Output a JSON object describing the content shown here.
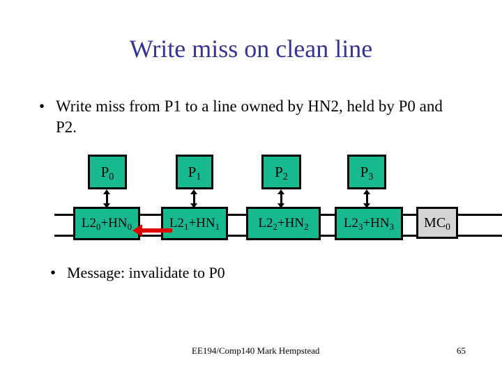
{
  "slide": {
    "title": "Write miss on clean line",
    "title_color": "#333399",
    "background": "#ffffff"
  },
  "bullets": [
    {
      "marker": "•",
      "text": "Write miss from P1 to a line owned by HN2, held by P0 and P2."
    },
    {
      "marker": "•",
      "text": "Message: invalidate to P0"
    }
  ],
  "diagram": {
    "node_fill": "#17b98e",
    "mc_fill": "#d4d4d4",
    "border_color": "#000000",
    "message_arrow_color": "#e00000",
    "processors": [
      {
        "label": "P",
        "sub": "0"
      },
      {
        "label": "P",
        "sub": "1"
      },
      {
        "label": "P",
        "sub": "2"
      },
      {
        "label": "P",
        "sub": "3"
      }
    ],
    "caches": [
      {
        "label": "L2",
        "sub1": "0",
        "mid": "+HN",
        "sub2": "0"
      },
      {
        "label": "L2",
        "sub1": "1",
        "mid": "+HN",
        "sub2": "1"
      },
      {
        "label": "L2",
        "sub1": "2",
        "mid": "+HN",
        "sub2": "2"
      },
      {
        "label": "L2",
        "sub1": "3",
        "mid": "+HN",
        "sub2": "3"
      }
    ],
    "memory_controller": {
      "label": "MC",
      "sub": "0"
    },
    "message_arrow": {
      "from": "L2_1+HN_1",
      "to": "L2_0+HN_0",
      "direction": "left"
    }
  },
  "footer": {
    "course": "EE194/Comp140 Mark Hempstead",
    "page": "65"
  }
}
